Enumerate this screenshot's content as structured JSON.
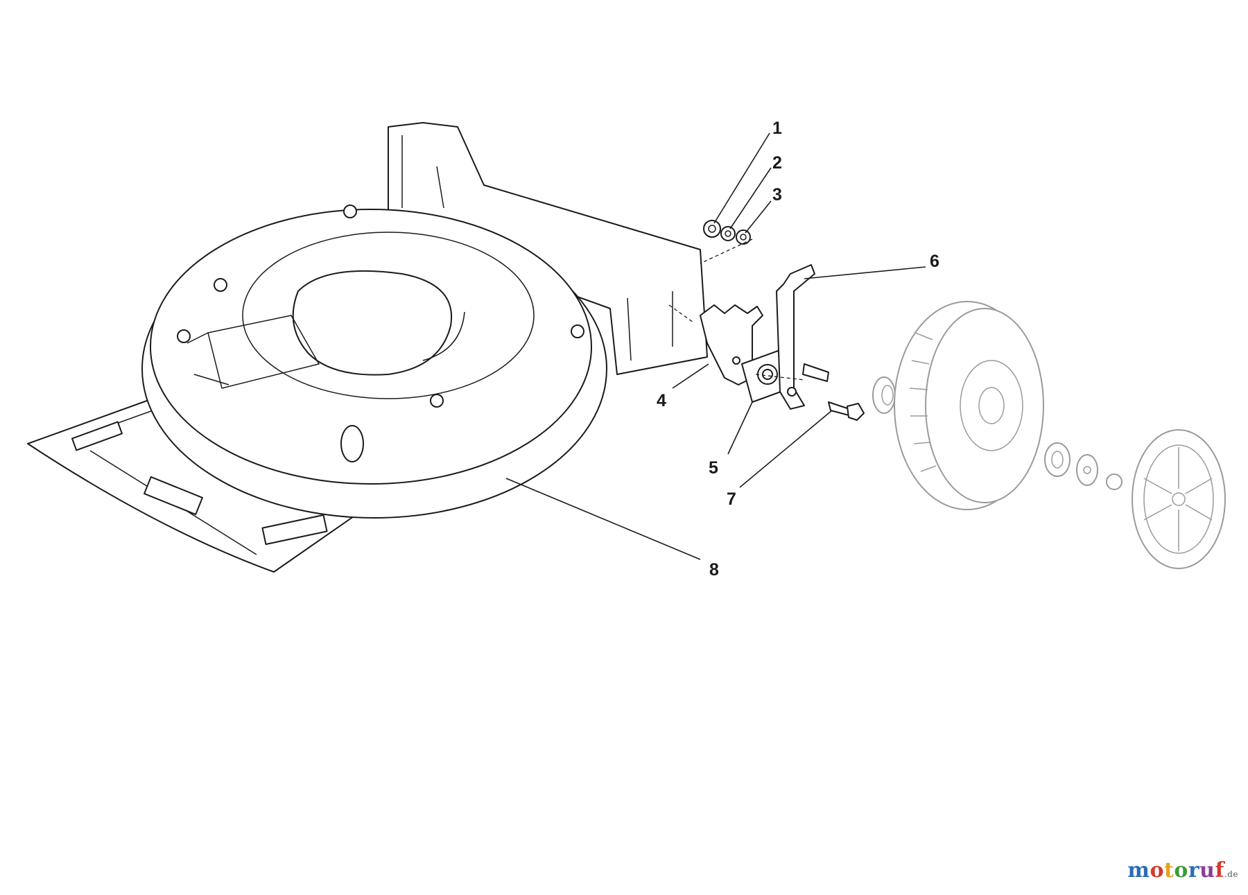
{
  "diagram": {
    "callouts": [
      {
        "id": "1",
        "label": "1"
      },
      {
        "id": "2",
        "label": "2"
      },
      {
        "id": "3",
        "label": "3"
      },
      {
        "id": "4",
        "label": "4"
      },
      {
        "id": "5",
        "label": "5"
      },
      {
        "id": "6",
        "label": "6"
      },
      {
        "id": "7",
        "label": "7"
      },
      {
        "id": "8",
        "label": "8"
      }
    ]
  },
  "watermark": {
    "brand_letters": [
      "m",
      "o",
      "t",
      "o",
      "r",
      "u",
      "f"
    ],
    "tld": ".de",
    "colors": [
      "#2a6db5",
      "#d23a2e",
      "#e3a21a",
      "#3d9a3a",
      "#2a6db5",
      "#8a3d9a",
      "#d23a2e"
    ]
  }
}
